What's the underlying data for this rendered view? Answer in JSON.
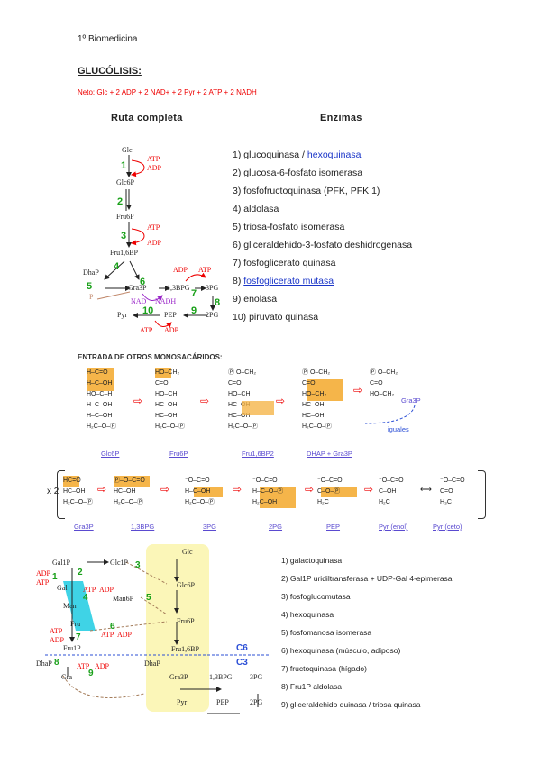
{
  "page": {
    "course": "1º Biomedicina",
    "section_title": "GLUCÓLISIS:",
    "net_equation": "Neto: Glc + 2 ADP + 2 NAD+ + 2 Pyr + 2 ATP + 2 NADH",
    "col_route": "Ruta completa",
    "col_enzymes": "Enzimas"
  },
  "enzymes": [
    {
      "text": "1) glucoquinasa / ",
      "link": "hexoquinasa"
    },
    {
      "text": "2) glucosa-6-fosfato isomerasa",
      "link": ""
    },
    {
      "text": "3) fosfofructoquinasa (PFK, PFK 1)",
      "link": ""
    },
    {
      "text": "4) aldolasa",
      "link": ""
    },
    {
      "text": "5) triosa-fosfato isomerasa",
      "link": ""
    },
    {
      "text": "6) gliceraldehido-3-fosfato deshidrogenasa",
      "link": ""
    },
    {
      "text": "7) fosfoglicerato quinasa",
      "link": ""
    },
    {
      "text": "8) ",
      "link": "fosfoglicerato mutasa"
    },
    {
      "text": "9) enolasa",
      "link": ""
    },
    {
      "text": "10) piruvato quinasa",
      "link": ""
    }
  ],
  "pathway": {
    "glc": "Glc",
    "glc6p": "Glc6P",
    "fru6p": "Fru6P",
    "fru16bp": "Fru1,6BP",
    "dhap": "DhaP",
    "gra3p": "Gra3P",
    "bpg": "1,3BPG",
    "pg3": "3PG",
    "pg2": "2PG",
    "pep": "PEP",
    "pyr": "Pyr",
    "p": "P",
    "atp": "ATP",
    "adp": "ADP",
    "nad": "NAD",
    "nadh": "NADH",
    "steps": [
      "1",
      "2",
      "3",
      "4",
      "5",
      "6",
      "7",
      "8",
      "9",
      "10"
    ]
  },
  "section2": {
    "title": "ENTRADA DE OTROS MONOSACÁRIDOS:",
    "top_labels": [
      "Glc6P",
      "Fru6P",
      "Fru1,6BP2",
      "DHAP + Gra3P"
    ],
    "gra3p_right": "Gra3P",
    "iguales": "iguales",
    "multiplier": "x 2",
    "bottom_labels": [
      "Gra3P",
      "1,3BPG",
      "3PG",
      "2PG",
      "PEP",
      "Pyr (enol)",
      "Pyr (ceto)"
    ]
  },
  "map": {
    "glc": "Glc",
    "gal1p": "Gal1P",
    "glc1p": "Glc1P",
    "glc6p": "Glc6P",
    "gal": "Gal",
    "man": "Man",
    "man6p": "Man6P",
    "fru": "Fru",
    "fru6p": "Fru6P",
    "fru1p": "Fru1P",
    "fru16bp": "Fru1,6BP",
    "dhap": "DhaP",
    "dhap2": "DhaP",
    "gra": "Gra",
    "gra3p": "Gra3P",
    "bpg": "1,3BPG",
    "pg3": "3PG",
    "pg2": "2PG",
    "pep": "PEP",
    "pyr": "Pyr",
    "atp": "ATP",
    "adp": "ADP",
    "c6": "C6",
    "c3": "C3"
  },
  "map_enzymes": [
    "1) galactoquinasa",
    "2) Gal1P uridiltransferasa + UDP-Gal 4-epimerasa",
    "3) fosfoglucomutasa",
    "4) hexoquinasa",
    "5) fosfomanosa isomerasa",
    "6) hexoquinasa (músculo, adiposo)",
    "7) fructoquinasa (hígado)",
    "8) Fru1P aldolasa",
    "9) gliceraldehido quinasa / triosa quinasa"
  ],
  "colors": {
    "highlight": "#f5b54a",
    "red": "#e00000",
    "green": "#19a019",
    "blue": "#2b4fd6",
    "yellow_bg": "#fbf6b8",
    "cyan": "#3fd3e6"
  }
}
